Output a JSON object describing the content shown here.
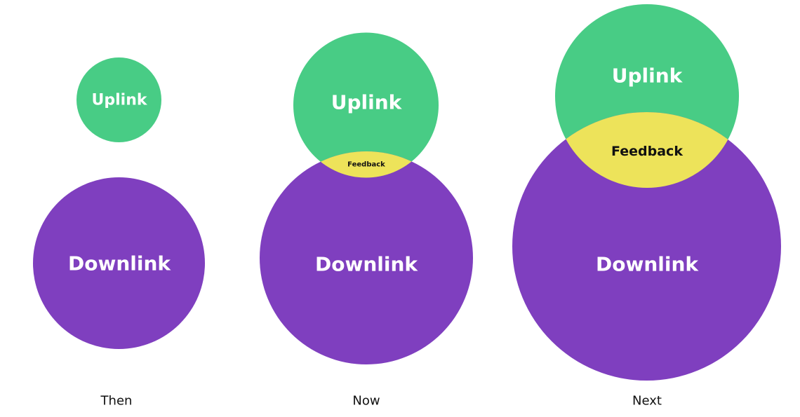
{
  "colors": {
    "uplink": "#48CC85",
    "downlink": "#7F3FBF",
    "feedback": "#EDE35A"
  },
  "panels": [
    {
      "caption": "Then",
      "uplink": "Uplink",
      "downlink": "Downlink"
    },
    {
      "caption": "Now",
      "uplink": "Uplink",
      "downlink": "Downlink",
      "feedback": "Feedback"
    },
    {
      "caption": "Next",
      "uplink": "Uplink",
      "downlink": "Downlink",
      "feedback": "Feedback"
    }
  ]
}
